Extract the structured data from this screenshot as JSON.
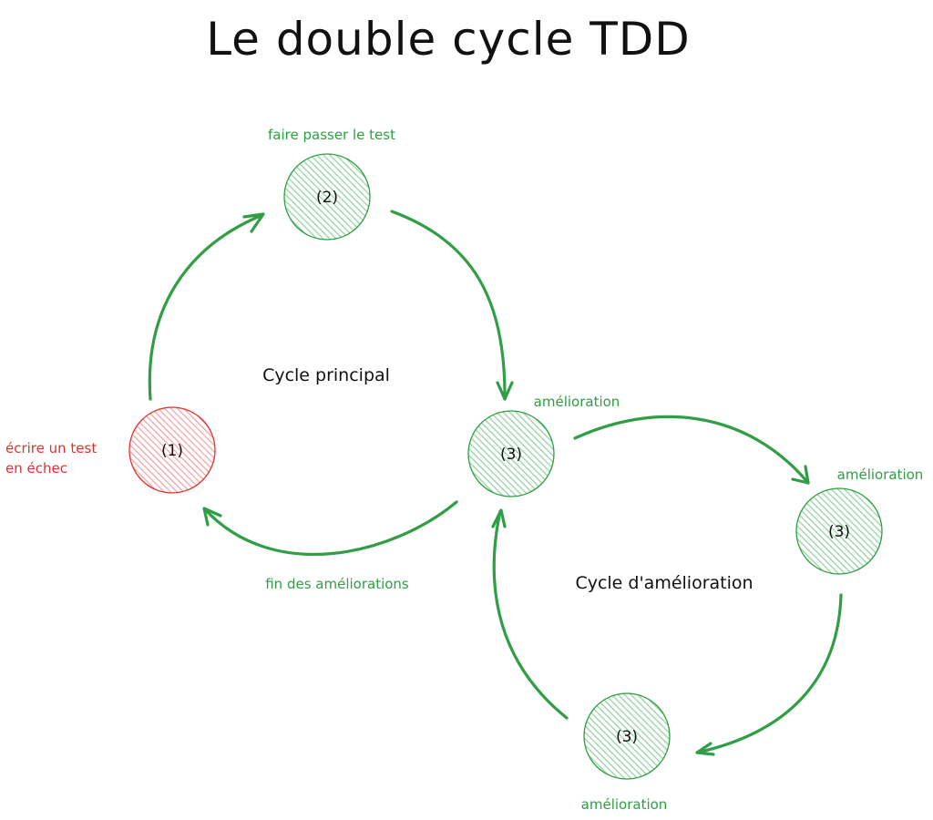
{
  "title": "Le double cycle TDD",
  "colors": {
    "green": "#2f9e44",
    "green_fill": "#b2f2bb",
    "red": "#e03131",
    "red_fill": "#ffc9c9",
    "text": "#111111"
  },
  "cycles": {
    "main": "Cycle principal",
    "improvement": "Cycle d'amélioration"
  },
  "nodes": [
    {
      "id": "n1",
      "label": "(1)",
      "color": "red"
    },
    {
      "id": "n2",
      "label": "(2)",
      "color": "green"
    },
    {
      "id": "n3",
      "label": "(3)",
      "color": "green"
    },
    {
      "id": "n3b",
      "label": "(3)",
      "color": "green"
    },
    {
      "id": "n3c",
      "label": "(3)",
      "color": "green"
    }
  ],
  "step_labels": {
    "write_failing_test_line1": "écrire un test",
    "write_failing_test_line2": "en échec",
    "make_test_pass": "faire passer le test",
    "improvement_main": "amélioration",
    "improvement_right": "amélioration",
    "improvement_bottom": "amélioration",
    "end_of_improvements": "fin des améliorations"
  },
  "edges": [
    {
      "from": "n1",
      "to": "n2"
    },
    {
      "from": "n2",
      "to": "n3"
    },
    {
      "from": "n3",
      "to": "n1",
      "label": "fin des améliorations"
    },
    {
      "from": "n3",
      "to": "n3b"
    },
    {
      "from": "n3b",
      "to": "n3c"
    },
    {
      "from": "n3c",
      "to": "n3"
    }
  ]
}
